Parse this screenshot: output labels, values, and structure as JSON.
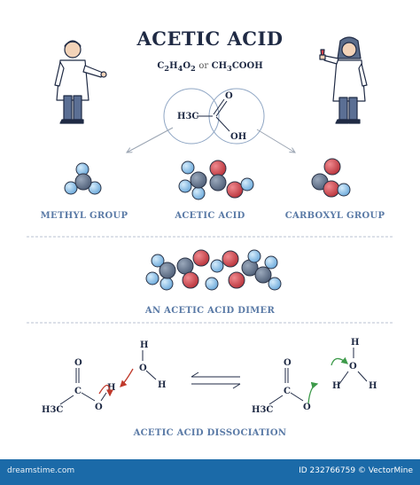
{
  "title": "ACETIC ACID",
  "formula": {
    "c2h4o2": [
      "C",
      "2",
      "H",
      "4",
      "O",
      "2"
    ],
    "or": "or",
    "ch3cooh": [
      "CH",
      "3",
      "COOH"
    ]
  },
  "structure": {
    "h3c": "H3C",
    "o": "O",
    "oh": "OH"
  },
  "labels": {
    "methyl": "METHYL GROUP",
    "acetic": "ACETIC ACID",
    "carboxyl": "CARBOXYL GROUP",
    "dimer": "AN ACETIC ACID DIMER",
    "dissociation": "ACETIC ACID DISSOCIATION"
  },
  "reaction": {
    "left": {
      "o_top": "O",
      "c": "C",
      "h3c": "H3C",
      "o": "O",
      "h": "H"
    },
    "water_left": {
      "h_top": "H",
      "o": "O",
      "h_right": "H"
    },
    "right": {
      "o_top": "O",
      "c": "C",
      "h3c": "H3C",
      "o": "O"
    },
    "water_right": {
      "h_top": "H",
      "h_left": "H",
      "o": "O",
      "h_bottom": "H"
    }
  },
  "colors": {
    "carbon": "#5d6e86",
    "oxygen": "#d0424a",
    "hydrogen": "#7fb8e3",
    "label": "#5a7aa6",
    "arrow": "#c0392b",
    "green_arrow": "#3d9a4a"
  },
  "footer": {
    "watermark": "dreamstime.com",
    "id_text": "ID 232766759 © VectorMine"
  }
}
